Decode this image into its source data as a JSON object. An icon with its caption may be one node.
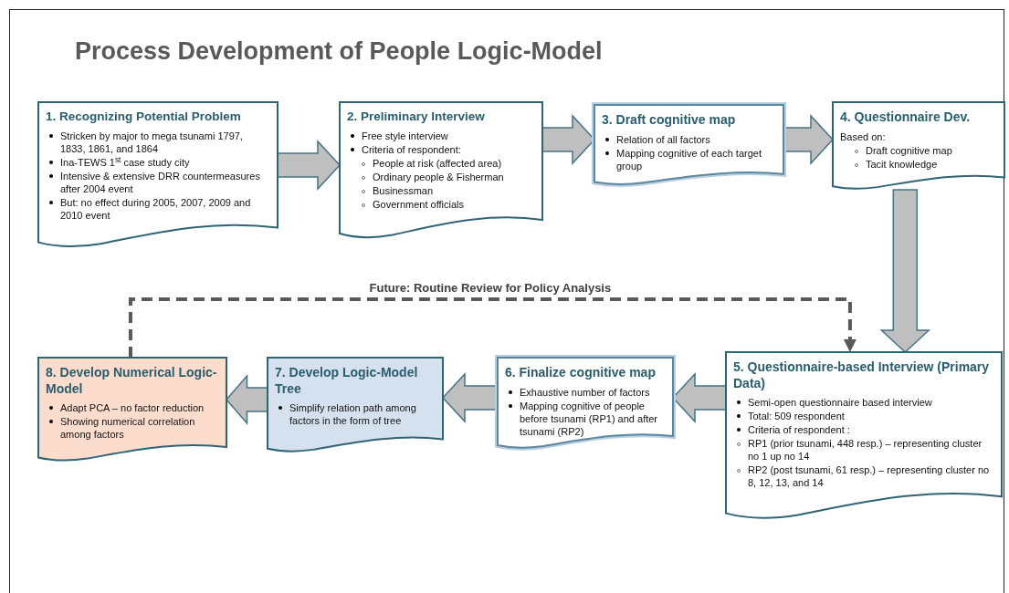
{
  "diagram": {
    "title": "Process Development of People Logic-Model",
    "nodes": [
      {
        "text": [
          "1. Recognizing Potential Problem",
          "Stricken by major to mega tsunami 1797, 1833, 1861, and 1864",
          "Ina-TEWS 1$^{st}$ case study city",
          "Intensive & extensive DRR countermeasures after 2004 event",
          "But: no effect during 2005, 2007, 2009 and 2010 event"
        ]
      },
      {
        "text": [
          "2. Preliminary Interview",
          "Free style interview",
          "Criteria of respondent:",
          "People at risk (affected area)",
          "Ordinary people & Fisherman",
          "Businessman",
          "Government officials"
        ]
      },
      {
        "text": [
          "3. Draft cognitive map",
          "Relation of all factors",
          "Mapping cognitive of each target group"
        ]
      },
      {
        "text": [
          "4. Questionnaire Dev.",
          "Based on:",
          "Draft cognitive map",
          "Tacit knowledge"
        ]
      },
      {
        "text": [
          "5. Questionnaire-based Interview (Primary Data)",
          "Semi-open questionnaire based interview",
          "Total: 509 respondent",
          "Criteria of respondent :",
          "RP1 (prior tsunami, 448 resp.) – representing cluster no 1 up no 14",
          "RP2 (post tsunami, 61 resp.) – representing cluster no 8, 12, 13, and 14"
        ]
      },
      {
        "text": [
          "6. Finalize cognitive map",
          "Exhaustive number of factors",
          "Mapping cognitive of people before tsunami (RP1) and after tsunami (RP2)"
        ]
      },
      {
        "text": [
          "7. Develop Logic-Model Tree",
          "Simplify relation path among factors in the form of tree"
        ]
      },
      {
        "text": [
          "8. Develop Numerical Logic-Model",
          "Adapt PCA – no factor reduction",
          "Showing numerical correlation among factors"
        ]
      }
    ],
    "edges": [
      {
        "from": 0,
        "to": 1,
        "arrow": "to"
      },
      {
        "from": 1,
        "to": 2,
        "arrow": "to"
      },
      {
        "from": 2,
        "to": 3,
        "arrow": "to"
      },
      {
        "from": 3,
        "to": 4,
        "arrow": "to"
      },
      {
        "from": 4,
        "to": 5,
        "arrow": "to"
      },
      {
        "from": 5,
        "to": 6,
        "arrow": "to"
      },
      {
        "from": 6,
        "to": 7,
        "arrow": "to"
      },
      {
        "from": 7,
        "to": 4,
        "arrow": "to",
        "label": "Future: Routine Review for Policy Analysis",
        "style": "dashed",
        "color": "#595959"
      }
    ]
  }
}
